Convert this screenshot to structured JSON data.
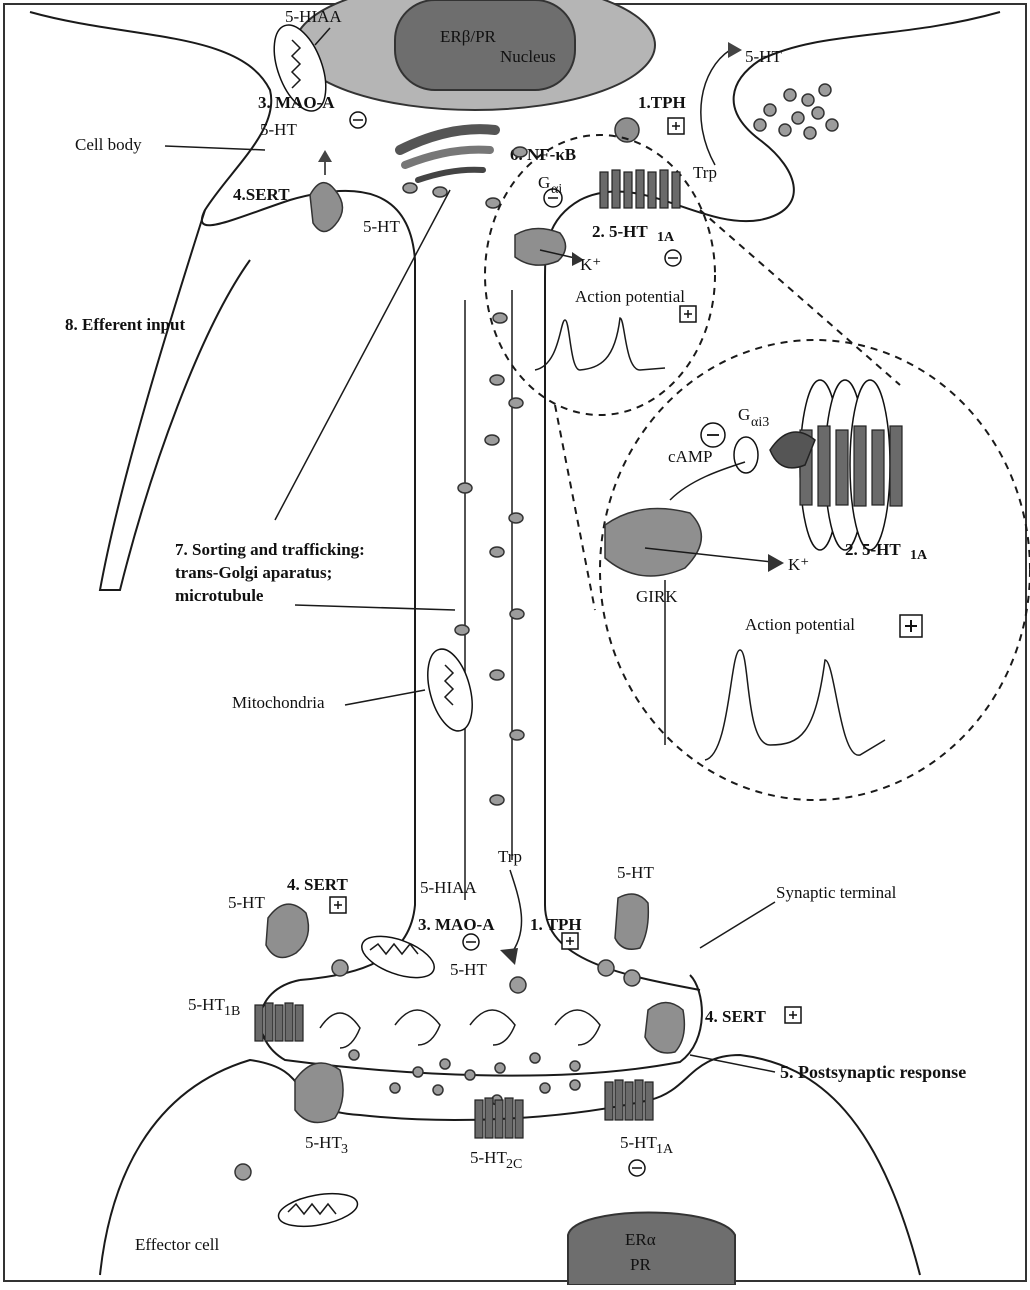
{
  "labels": {
    "hiaa_top": "5-HIAA",
    "nucleus_er": "ERβ/PR",
    "nucleus": "Nucleus",
    "ht_top_right": "5-HT",
    "mao_top": "3. MAO-A",
    "ht_under_mao": "5-HT",
    "tph_top": "1.TPH",
    "cell_body": "Cell body",
    "nfkb": "6. NF-κB",
    "trp_top": "Trp",
    "g_alpha_i": "G",
    "g_alpha_i_sub": "αi",
    "sert_top": "4.SERT",
    "ht_by_sert": "5-HT",
    "ht1a_top": "2. 5-HT",
    "ht1a_top_sub": "1A",
    "k_top": "K⁺",
    "action_potential_top": "Action potential",
    "efferent": "8. Efferent input",
    "g_alpha_i3": "G",
    "g_alpha_i3_sub": "αi3",
    "camp": "cAMP",
    "ht1a_zoom": "2. 5-HT",
    "ht1a_zoom_sub": "1A",
    "k_zoom": "K⁺",
    "girk": "GIRK",
    "action_potential_zoom": "Action potential",
    "sorting_line1": "7. Sorting and trafficking:",
    "sorting_line2": "trans-Golgi aparatus;",
    "sorting_line3": "microtubule",
    "mitochondria": "Mitochondria",
    "trp_bottom": "Trp",
    "ht_bottom_right": "5-HT",
    "sert_bottom_left": "4. SERT",
    "hiaa_bottom": "5-HIAA",
    "ht_bottom_left": "5-HT",
    "mao_bottom": "3. MAO-A",
    "tph_bottom": "1. TPH",
    "ht_synapse": "5-HT",
    "synaptic_terminal": "Synaptic terminal",
    "sert_bottom_right": "4. SERT",
    "ht1b": "5-HT",
    "ht1b_sub": "1B",
    "postsynaptic": "5. Postsynaptic response",
    "ht3": "5-HT",
    "ht3_sub": "3",
    "ht2c": "5-HT",
    "ht2c_sub": "2C",
    "ht1a_bottom": "5-HT",
    "ht1a_bottom_sub": "1A",
    "effector_cell": "Effector cell",
    "er_alpha": "ERα",
    "pr": "PR"
  },
  "colors": {
    "membrane": "#1a1a1a",
    "protein_gray": "#8f8f8f",
    "protein_dark": "#555555",
    "nucleus": "#6e6e6e"
  }
}
